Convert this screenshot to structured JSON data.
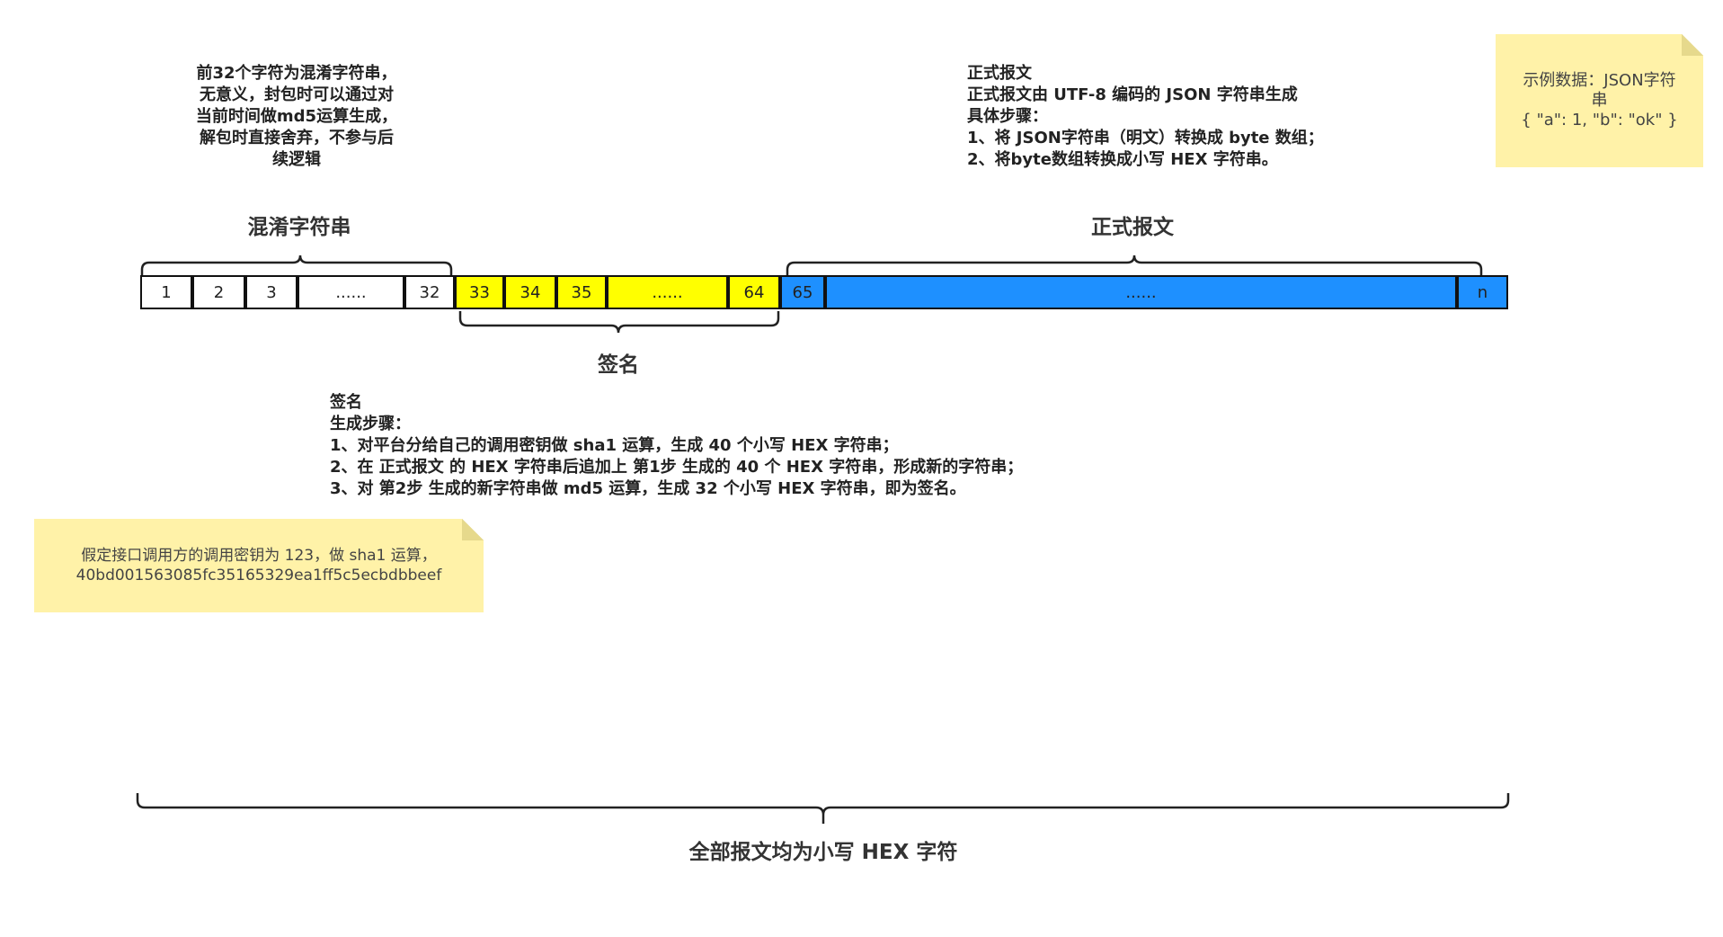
{
  "obfuscation_note": "前32个字符为混淆字符串，\n无意义，封包时可以通过对\n当前时间做md5运算生成，\n解包时直接舍弃，不参与后\n续逻辑",
  "message_note": {
    "title": "正式报文",
    "lines": [
      "正式报文由 UTF-8 编码的 JSON 字符串生成",
      "具体步骤：",
      "1、将 JSON字符串（明文）转换成 byte 数组；",
      "2、将byte数组转换成小写 HEX 字符串。"
    ]
  },
  "sample_note": {
    "line1": "示例数据：JSON字符",
    "line2": "串",
    "line3": "{ \"a\": 1, \"b\": \"ok\" }"
  },
  "labels": {
    "obfuscation": "混淆字符串",
    "message": "正式报文",
    "signature": "签名",
    "all": "全部报文均为小写 HEX 字符"
  },
  "cells": {
    "c1": "1",
    "c2": "2",
    "c3": "3",
    "c4": "......",
    "c5": "32",
    "c6": "33",
    "c7": "34",
    "c8": "35",
    "c9": "......",
    "c10": "64",
    "c11": "65",
    "c12": "......",
    "c13": "n"
  },
  "signature_note": {
    "title": "签名",
    "lines": [
      "生成步骤：",
      "1、对平台分给自己的调用密钥做 sha1 运算，生成 40 个小写 HEX 字符串；",
      "2、在 正式报文 的 HEX 字符串后追加上 第1步 生成的 40 个 HEX 字符串，形成新的字符串；",
      "3、对 第2步 生成的新字符串做 md5 运算，生成 32 个小写 HEX 字符串，即为签名。"
    ]
  },
  "key_note": {
    "line1": "假定接口调用方的调用密钥为 123，做 sha1 运算，",
    "line2": "40bd001563085fc35165329ea1ff5c5ecbdbbeef"
  },
  "colors": {
    "signature_fill": "#ffff00",
    "message_fill": "#1e90ff",
    "sticky_fill": "#fff2a8"
  }
}
